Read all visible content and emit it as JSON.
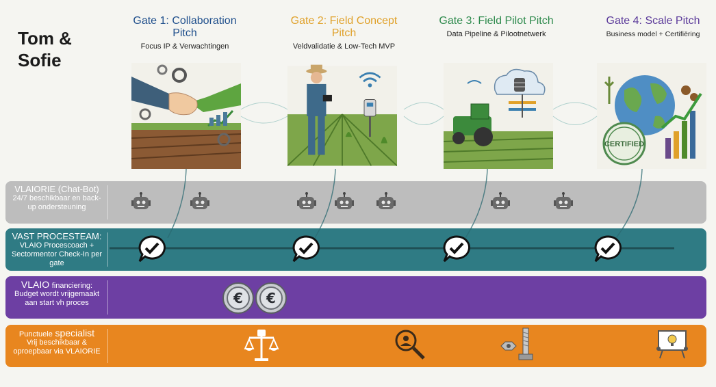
{
  "title_line1": "Tom &",
  "title_line2": "Sofie",
  "gates": [
    {
      "name": "Gate 1: Collaboration Pitch",
      "sub": "Focus IP & Verwachtingen",
      "color": "#1f4f8c"
    },
    {
      "name": "Gate 2: Field Concept Pitch",
      "sub": "Veldvalidatie & Low-Tech MVP",
      "color": "#e0a12a"
    },
    {
      "name": "Gate 3: Field Pilot Pitch",
      "sub": "Data Pipeline & Pilootnetwerk",
      "color": "#2e8a4d"
    },
    {
      "name": "Gate 4: Scale Pitch",
      "sub": "Business model + Certifiëring",
      "color": "#5b3a9a"
    }
  ],
  "lanes": {
    "chatbot": {
      "title": "VLAIORIE (Chat-Bot)",
      "desc": "24/7 beschikbaar en back-up ondersteuning",
      "color": "#bdbdbd"
    },
    "procesteam": {
      "title": "VAST PROCESTEAM:",
      "desc": "VLAIO Procescoach + Sectormentor Check-In per gate",
      "color": "#2f7b84"
    },
    "financiering": {
      "title_a": "VLAIO",
      "title_b": "financiering:",
      "desc": "Budget wordt vrijgemaakt aan start vh proces",
      "color": "#6d3fa3"
    },
    "specialist": {
      "title_a": "Punctuele",
      "title_b": "specialist",
      "desc": "Vrij beschikbaar & oproepbaar via VLAIORIE",
      "color": "#e8861f"
    }
  },
  "badge_text": "CERTIFIED",
  "icons": {
    "robot": "robot-icon",
    "check": "check-bubble-icon",
    "euro": "euro-coin-icon",
    "scales": "balance-scales-icon",
    "search": "magnifier-person-icon",
    "tools": "nut-bolt-icon",
    "presentation": "presentation-board-icon"
  }
}
